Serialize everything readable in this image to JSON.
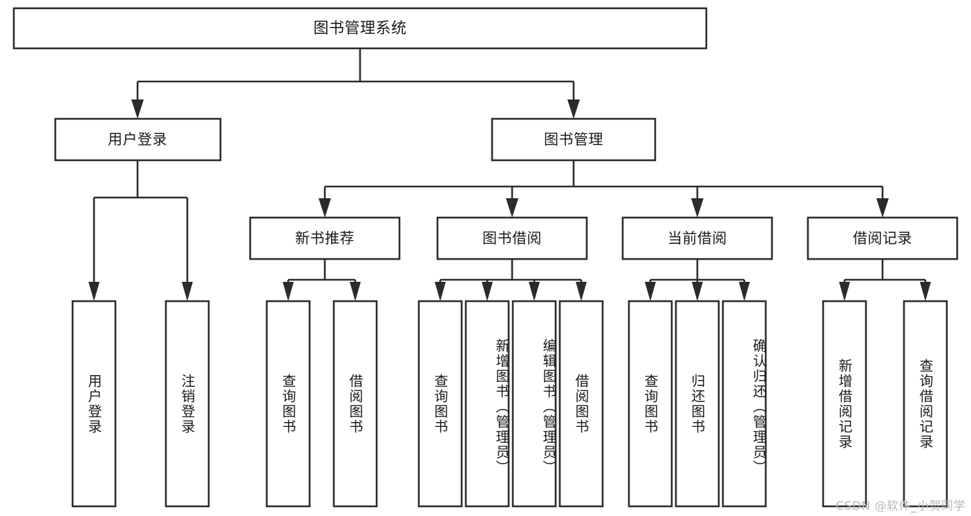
{
  "diagram": {
    "title": "图书管理系统",
    "type": "tree",
    "colors": {
      "background": "#ffffff",
      "box_fill": "#ffffff",
      "line": "#2b2b2b",
      "text": "#1a1a1a",
      "watermark": "#b9b9b9"
    },
    "root": {
      "label": "图书管理系统"
    },
    "level2": [
      {
        "label": "用户登录"
      },
      {
        "label": "图书管理"
      }
    ],
    "level3": [
      {
        "label": "新书推荐"
      },
      {
        "label": "图书借阅"
      },
      {
        "label": "当前借阅"
      },
      {
        "label": "借阅记录"
      }
    ],
    "leaves": {
      "user_login": [
        {
          "label": "用户登录"
        },
        {
          "label": "注销登录"
        }
      ],
      "new_book_recommend": [
        {
          "label": "查询图书"
        },
        {
          "label": "借阅图书"
        }
      ],
      "book_borrow": [
        {
          "label": "查询图书"
        },
        {
          "label": "新增图书（管理员）"
        },
        {
          "label": "编辑图书（管理员）"
        },
        {
          "label": "借阅图书"
        }
      ],
      "current_borrow": [
        {
          "label": "查询图书"
        },
        {
          "label": "归还图书"
        },
        {
          "label": "确认归还（管理员）"
        }
      ],
      "borrow_record": [
        {
          "label": "新增借阅记录"
        },
        {
          "label": "查询借阅记录"
        }
      ]
    }
  },
  "watermark": {
    "text": "CSDN @软件_小贺同学"
  }
}
